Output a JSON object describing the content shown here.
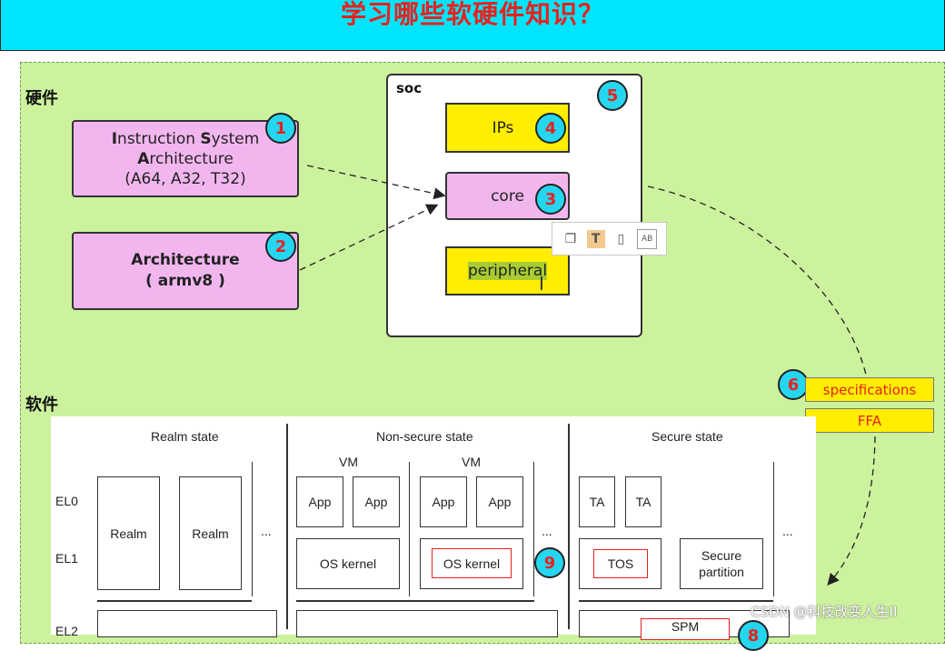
{
  "header": {
    "title": "学习哪些软硬件知识？"
  },
  "hardware": {
    "section_label": "硬件",
    "isa_box": {
      "initial1": "I",
      "rest1": "nstruction ",
      "initial2": "S",
      "rest2": "ystem",
      "initial3": "A",
      "rest3": "rchitecture",
      "line3": "(A64, A32, T32)"
    },
    "arch_box": {
      "line1": "Architecture",
      "line2": "( armv8 )"
    },
    "soc": {
      "label": "soc",
      "ips": "IPs",
      "core": "core",
      "peripheral": "peripheral"
    },
    "badges": [
      "1",
      "2",
      "3",
      "4",
      "5",
      "6",
      "9"
    ]
  },
  "tags": {
    "specifications": "specifications",
    "ffa": "FFA"
  },
  "toolbar": {
    "icons": [
      "copy-icon",
      "text-icon",
      "page-icon",
      "ocr-icon"
    ]
  },
  "software": {
    "section_label": "软件",
    "states": [
      "Realm state",
      "Non-secure state",
      "Secure state"
    ],
    "vm_label": "VM",
    "el0": "EL0",
    "el1": "EL1",
    "el2": "EL2",
    "realm": "Realm",
    "app": "App",
    "ta": "TA",
    "os_kernel": "OS kernel",
    "tos": "TOS",
    "secure_partition": "Secure partition",
    "ellipsis": "...",
    "spm": "SPM",
    "badge8": "8"
  },
  "watermark": "CSDN @科技改变人生II",
  "colors": {
    "header_bg": "#00e5ff",
    "panel_bg": "#cdf29d",
    "pink": "#f2b6ef",
    "yellow": "#ffee00",
    "badge": "#25d6f0",
    "red": "#e8211e"
  }
}
